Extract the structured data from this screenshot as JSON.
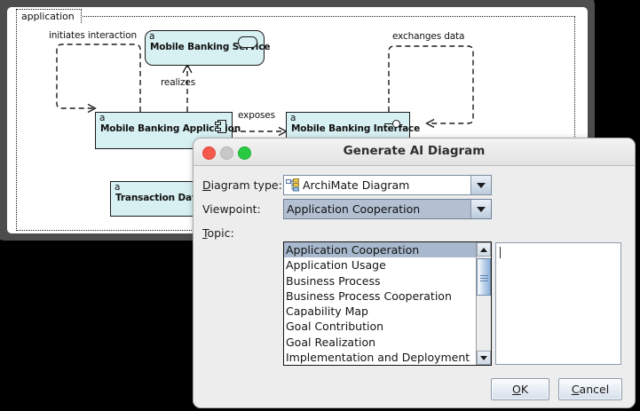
{
  "editor": {
    "group_label": "application",
    "elements": [
      {
        "id": "service",
        "stereotype": "a",
        "name": "Mobile Banking Service"
      },
      {
        "id": "application",
        "stereotype": "a",
        "name": "Mobile Banking Application"
      },
      {
        "id": "interface",
        "stereotype": "a",
        "name": "Mobile Banking Interface"
      },
      {
        "id": "data",
        "stereotype": "a",
        "name": "Transaction Data"
      }
    ],
    "relationships": [
      {
        "id": "initiates",
        "label": "initiates interaction"
      },
      {
        "id": "realizes",
        "label": "realizes"
      },
      {
        "id": "exposes",
        "label": "exposes"
      },
      {
        "id": "exchanges",
        "label": "exchanges data"
      }
    ]
  },
  "dialog": {
    "title": "Generate AI Diagram",
    "window_controls": {
      "close": "close-button",
      "minimize": "minimize-button",
      "zoom": "zoom-button"
    },
    "fields": {
      "diagram_type": {
        "label_pre": "D",
        "label_post": "iagram type:",
        "value": "ArchiMate Diagram",
        "icon": "archimate-diagram-icon"
      },
      "viewpoint": {
        "label": "Viewpoint:",
        "value": "Application Cooperation"
      },
      "topic": {
        "label_pre": "T",
        "label_post": "opic:",
        "value": "",
        "placeholder": ""
      }
    },
    "viewpoint_options": [
      "Application Cooperation",
      "Application Usage",
      "Business Process",
      "Business Process Cooperation",
      "Capability Map",
      "Goal Contribution",
      "Goal Realization",
      "Implementation and Deployment"
    ],
    "selected_option": "Application Cooperation",
    "buttons": {
      "ok": {
        "pre": "O",
        "post": "K"
      },
      "cancel": {
        "pre": "C",
        "post": "ancel"
      }
    }
  },
  "colors": {
    "element_fill": "#d7f0f2",
    "dialog_bg": "#ededed",
    "selection": "#a8b9cd",
    "focus_combo": "#b2c0d2",
    "close": "#f5584c",
    "zoom": "#27ca40"
  }
}
